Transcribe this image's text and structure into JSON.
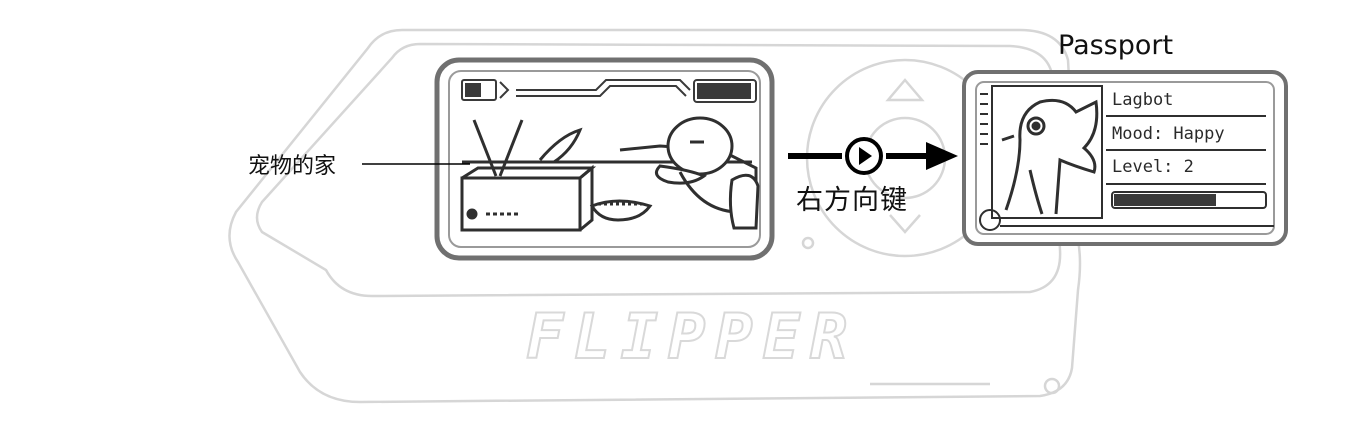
{
  "labels": {
    "pet_home": "宠物的家",
    "right_key": "右方向键"
  },
  "device": {
    "brand": "FLIPPER"
  },
  "passport": {
    "title": "Passport",
    "name": "Lagbot",
    "mood": "Mood: Happy",
    "level": "Level: 2",
    "xp_fraction": 0.68
  },
  "colors": {
    "device_outline": "#d9d9d9",
    "screen_border": "#6e6e6e",
    "pixel_dark": "#2f2f2f",
    "arrow": "#000000"
  }
}
